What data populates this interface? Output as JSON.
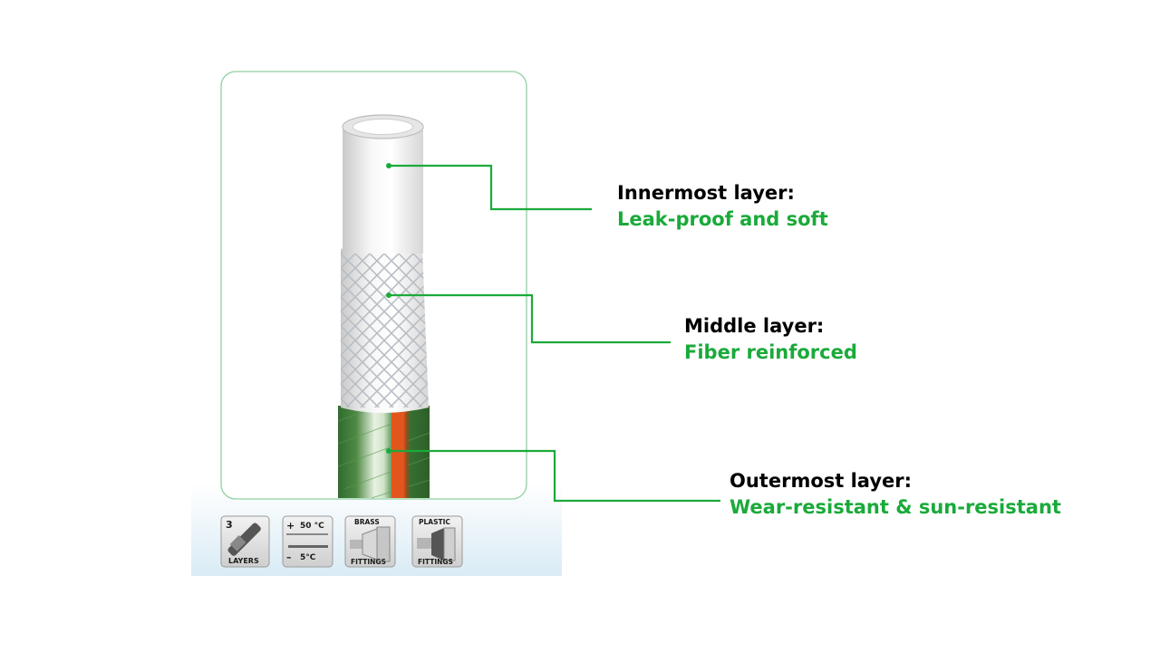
{
  "layers": [
    {
      "title": "Innermost layer:",
      "description": "Leak-proof and soft"
    },
    {
      "title": "Middle layer:",
      "description": "Fiber reinforced"
    },
    {
      "title": "Outermost layer:",
      "description": "Wear-resistant & sun-resistant"
    }
  ],
  "badges": [
    {
      "icon": "hose-icon",
      "number": "3",
      "label": "LAYERS"
    },
    {
      "icon": "temperature-icon",
      "high": "50 °C",
      "low": "5°C"
    },
    {
      "icon": "brass-fitting-icon",
      "top": "BRASS",
      "bottom": "FITTINGS"
    },
    {
      "icon": "plastic-fitting-icon",
      "top": "PLASTIC",
      "bottom": "FITTINGS"
    }
  ],
  "colors": {
    "accent_green": "#1aaa3a",
    "hose_green": "#3f7d3a",
    "stripe_orange": "#e2561e",
    "frame_green": "#8fd0a0"
  }
}
